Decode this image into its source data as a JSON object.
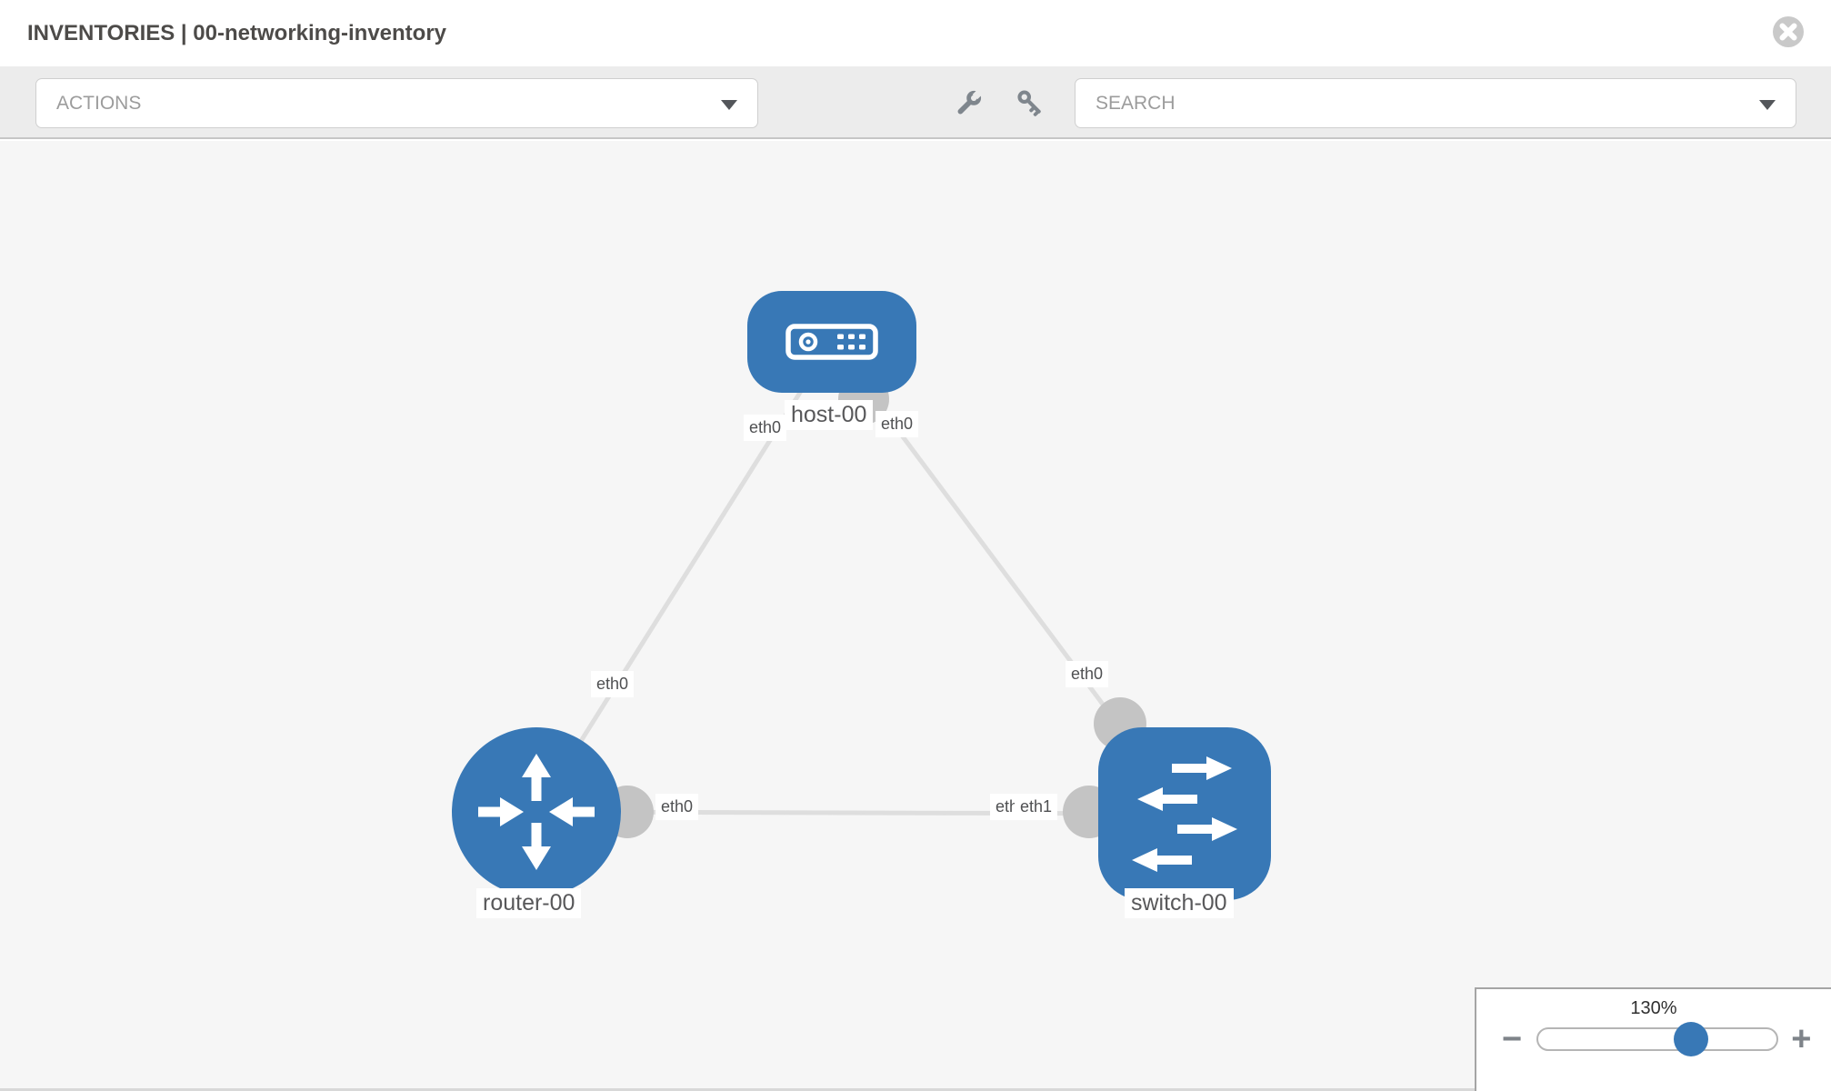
{
  "header": {
    "title": "INVENTORIES | 00-networking-inventory"
  },
  "toolbar": {
    "actions_label": "ACTIONS",
    "search_label": "SEARCH",
    "icons": [
      "wrench-icon",
      "key-icon"
    ]
  },
  "canvas": {
    "nodes": [
      {
        "id": "host-00",
        "label": "host-00",
        "type": "host",
        "shape": "rounded-rect",
        "icon": "server-icon"
      },
      {
        "id": "router-00",
        "label": "router-00",
        "type": "router",
        "shape": "circle",
        "icon": "router-arrows-icon"
      },
      {
        "id": "switch-00",
        "label": "switch-00",
        "type": "switch",
        "shape": "rounded-square",
        "icon": "switch-arrows-icon"
      }
    ],
    "links": [
      {
        "source": "host-00",
        "target": "router-00",
        "source_interface": "eth0",
        "target_interface": "eth0"
      },
      {
        "source": "host-00",
        "target": "switch-00",
        "source_interface": "eth0",
        "target_interface": "eth0"
      },
      {
        "source": "router-00",
        "target": "switch-00",
        "source_interface": "eth0",
        "target_interface": "eth1"
      }
    ],
    "interface_labels": {
      "host_to_router": "eth0",
      "router_to_host": "eth0",
      "host_to_switch": "eth0",
      "switch_to_host": "eth0",
      "router_to_switch": "eth0",
      "switch_to_router_covered": "eth0",
      "switch_to_router": "eth1"
    }
  },
  "zoom_control": {
    "level": "130%",
    "minus_label": "−",
    "plus_label": "+"
  },
  "colors": {
    "node_blue": "#3878b6",
    "link_gray": "#dedede",
    "connector_gray": "#c4c4c4",
    "slider_thumb_blue": "#3878b6"
  }
}
